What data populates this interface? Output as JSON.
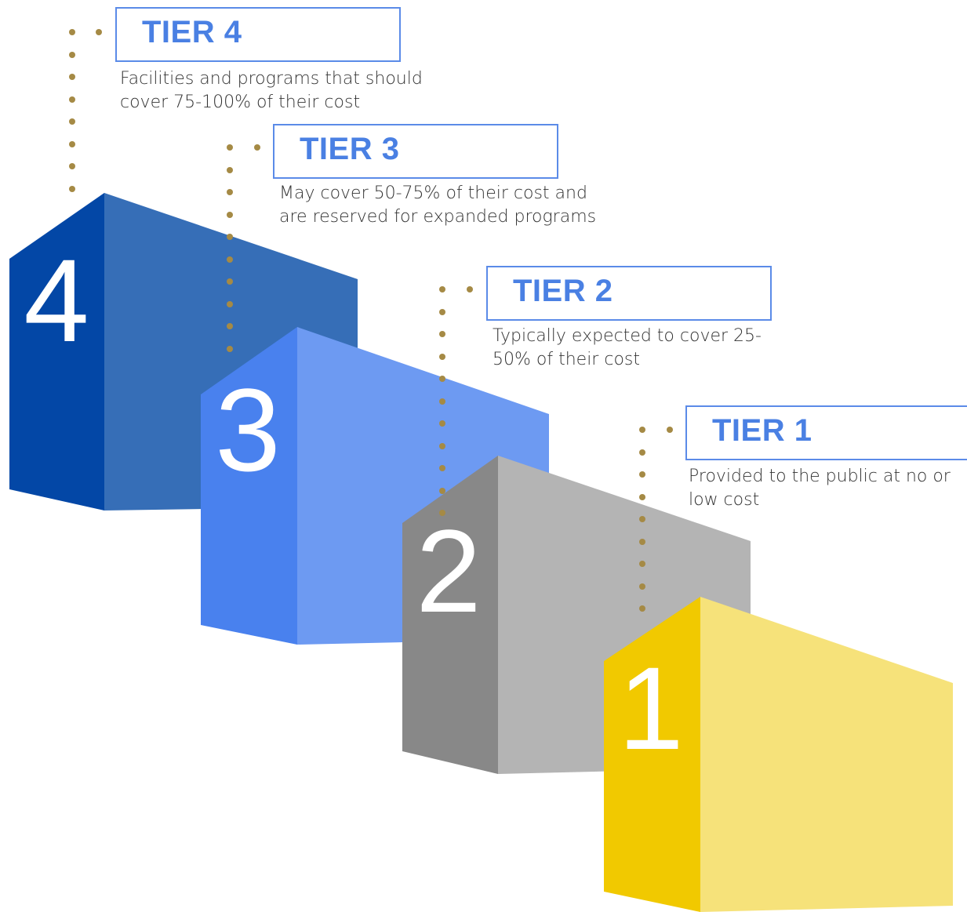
{
  "colors": {
    "dots": "#a58a45",
    "box_border": "#5b8be8",
    "title": "#4a80e3"
  },
  "tiers": [
    {
      "number": "4",
      "title": "TIER 4",
      "description": "Facilities and programs that should cover 75-100% of their cost",
      "front_color": "#0347a6",
      "side_color": "#366eb7"
    },
    {
      "number": "3",
      "title": "TIER 3",
      "description": "May cover 50-75% of their cost and are reserved for expanded programs",
      "front_color": "#4981ee",
      "side_color": "#6d9af2"
    },
    {
      "number": "2",
      "title": "TIER 2",
      "description": "Typically expected to cover 25-50% of their cost",
      "front_color": "#888888",
      "side_color": "#b4b4b4"
    },
    {
      "number": "1",
      "title": "TIER 1",
      "description": "Provided to the public at no or low cost",
      "front_color": "#f1c900",
      "side_color": "#f6e27a"
    }
  ]
}
